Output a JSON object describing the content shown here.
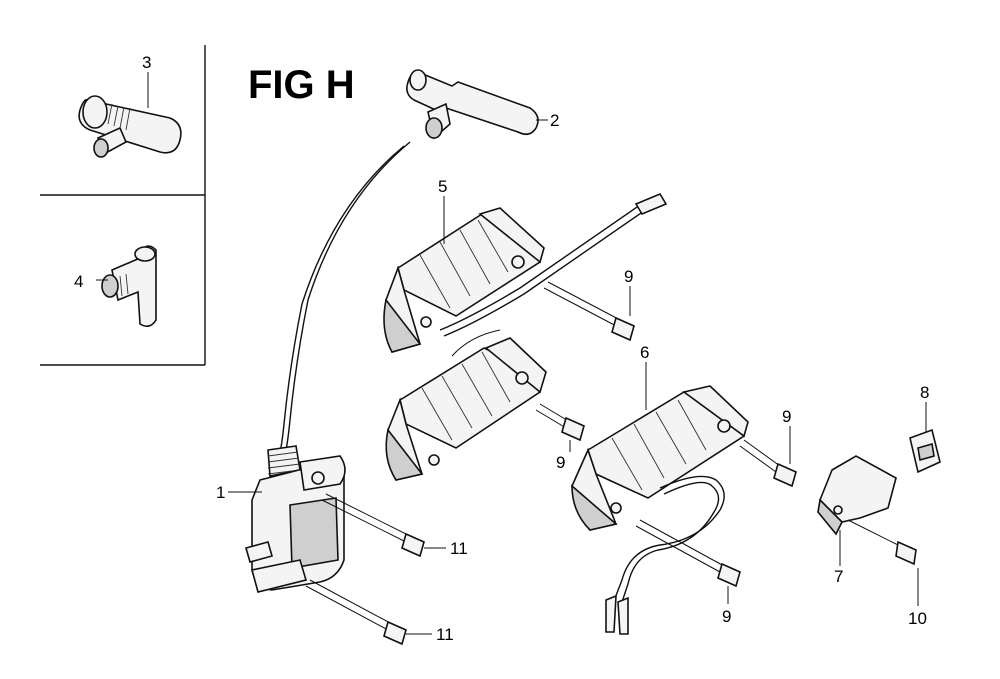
{
  "figure": {
    "title": "FIG H"
  },
  "callouts": {
    "c1": "1",
    "c2": "2",
    "c3": "3",
    "c4": "4",
    "c5": "5",
    "c6": "6",
    "c7": "7",
    "c8": "8",
    "c9a": "9",
    "c9b": "9",
    "c9c": "9",
    "c9d": "9",
    "c10": "10",
    "c11a": "11",
    "c11b": "11"
  }
}
